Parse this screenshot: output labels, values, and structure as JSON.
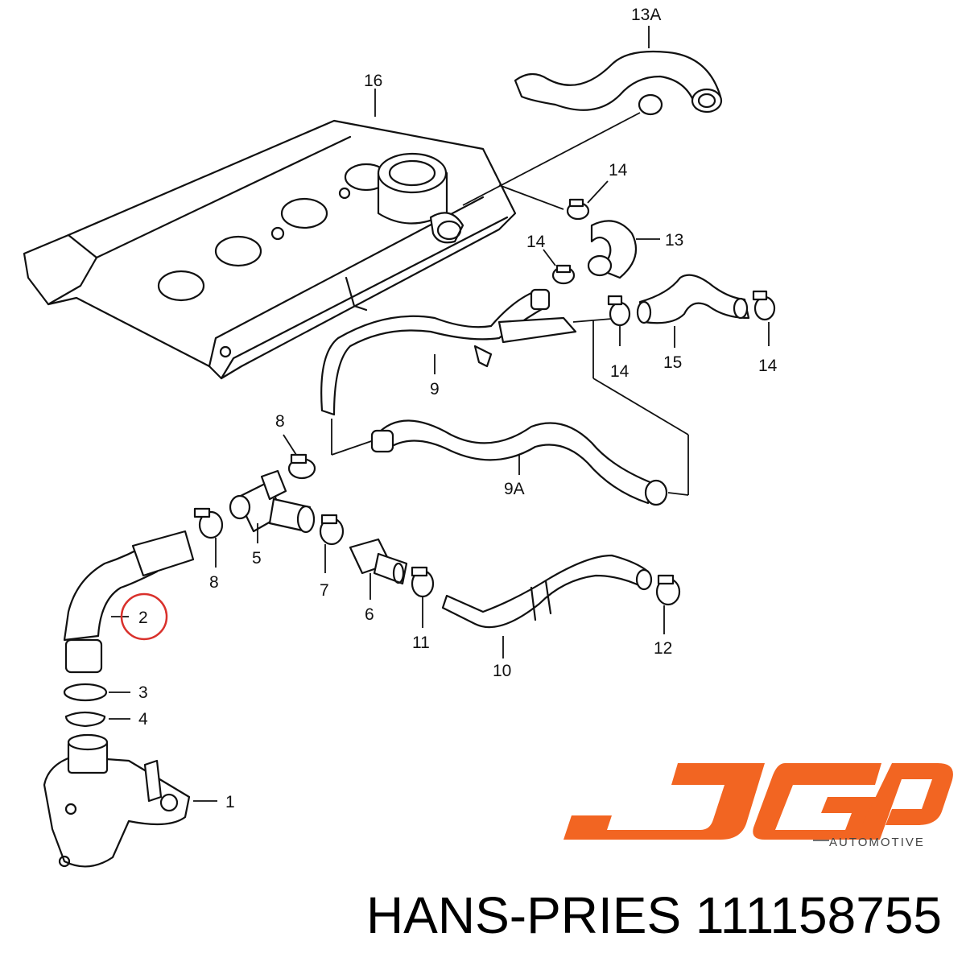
{
  "callouts": {
    "c13a": "13A",
    "c16": "16",
    "c14a": "14",
    "c13": "13",
    "c14b": "14",
    "c14c": "14",
    "c15": "15",
    "c14d": "14",
    "c9": "9",
    "c8a": "8",
    "c9a": "9A",
    "c8b": "8",
    "c5": "5",
    "c7": "7",
    "c6": "6",
    "c2": "2",
    "c11": "11",
    "c12": "12",
    "c10": "10",
    "c3": "3",
    "c4": "4",
    "c1": "1"
  },
  "brand": {
    "subtitle": "AUTOMOTIVE",
    "primary_color": "#f26522",
    "highlight_color": "#d9302b"
  },
  "footer": {
    "text": "HANS-PRIES 111158755"
  }
}
